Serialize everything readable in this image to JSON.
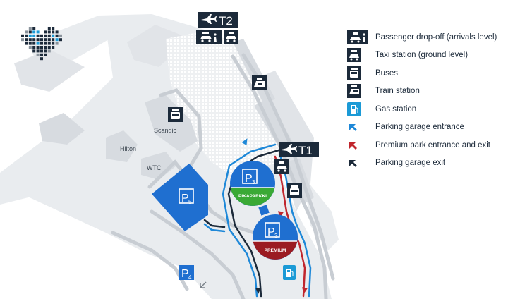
{
  "map": {
    "terminals": [
      {
        "id": "t2",
        "label": "T2"
      },
      {
        "id": "t1",
        "label": "T1"
      }
    ],
    "hotels": [
      {
        "id": "scandic",
        "label": "Scandic"
      },
      {
        "id": "hilton",
        "label": "Hilton"
      },
      {
        "id": "wtc",
        "label": "WTC"
      }
    ],
    "parking": [
      {
        "id": "p5",
        "letter": "P",
        "number": "5",
        "band": ""
      },
      {
        "id": "p3-pika",
        "letter": "P",
        "number": "3",
        "band": "PIKAPARKKI"
      },
      {
        "id": "p3-premium",
        "letter": "P",
        "number": "3",
        "band": "PREMIUM"
      },
      {
        "id": "p4",
        "letter": "P",
        "number": "4",
        "band": ""
      }
    ],
    "colors": {
      "navy": "#1c2a3a",
      "parking_blue": "#1f6fd0",
      "pika_green": "#3aa935",
      "premium_red": "#9b1b22",
      "entrance_blue": "#1e88d8",
      "premium_entrance_red": "#c0262d",
      "exit_navy": "#1c2a3a",
      "gas_blue": "#1b9ad6"
    }
  },
  "legend": {
    "items": [
      {
        "icon": "taxi-dropoff-icon",
        "label": "Passenger drop-off (arrivals level)"
      },
      {
        "icon": "taxi-icon",
        "label": "Taxi station (ground level)"
      },
      {
        "icon": "bus-icon",
        "label": "Buses"
      },
      {
        "icon": "train-icon",
        "label": "Train station"
      },
      {
        "icon": "gas-station-icon",
        "label": "Gas station"
      },
      {
        "icon": "parking-entrance-arrow-icon",
        "label": "Parking garage entrance"
      },
      {
        "icon": "premium-entrance-arrow-icon",
        "label": "Premium park entrance and exit"
      },
      {
        "icon": "parking-exit-arrow-icon",
        "label": "Parking garage exit"
      }
    ]
  }
}
